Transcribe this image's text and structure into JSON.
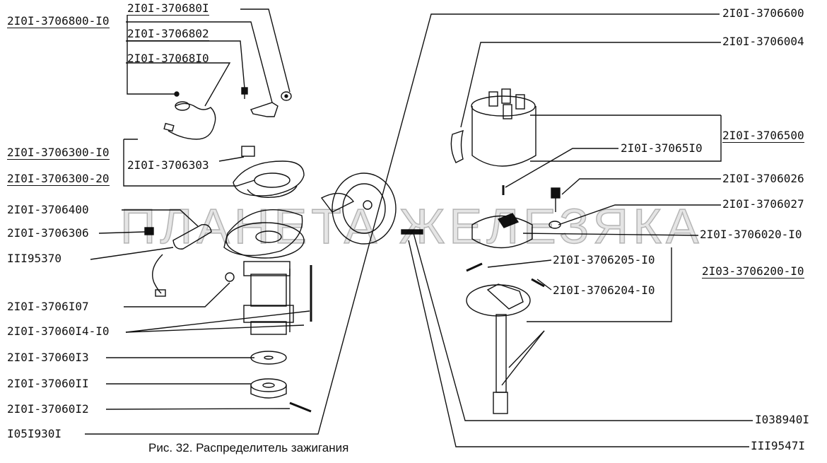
{
  "labels": {
    "l_3706801": "2I0I-370680I",
    "l_3706800_10": "2I0I-3706800-I0",
    "l_3706802": "2I0I-3706802",
    "l_3706810": "2I0I-37068I0",
    "l_3706300_10": "2I0I-3706300-I0",
    "l_3706303": "2I0I-3706303",
    "l_3706300_20": "2I0I-3706300-20",
    "l_3706400": "2I0I-3706400",
    "l_3706306": "2I0I-3706306",
    "l_1195370": "III95370",
    "l_3706107": "2I0I-3706I07",
    "l_3706014": "2I0I-37060I4-I0",
    "l_3706013": "2I0I-37060I3",
    "l_3706011": "2I0I-37060II",
    "l_3706012": "2I0I-37060I2",
    "l_1051930": "I05I930I",
    "l_3706600": "2I0I-3706600",
    "l_3706004": "2I0I-3706004",
    "l_3706500": "2I0I-3706500",
    "l_3706510": "2I0I-37065I0",
    "l_3706026": "2I0I-3706026",
    "l_3706027": "2I0I-3706027",
    "l_3706020": "2I0I-3706020-I0",
    "l_3706205": "2I0I-3706205-I0",
    "l_2103_3706200": "2I03-3706200-I0",
    "l_3706204": "2I0I-3706204-I0",
    "l_1038940": "I038940I",
    "l_1119547": "III9547I"
  },
  "caption": "Рис. 32. Распределитель зажигания",
  "watermark": "ПЛАНЕТА ЖЕЛЕЗЯКА"
}
